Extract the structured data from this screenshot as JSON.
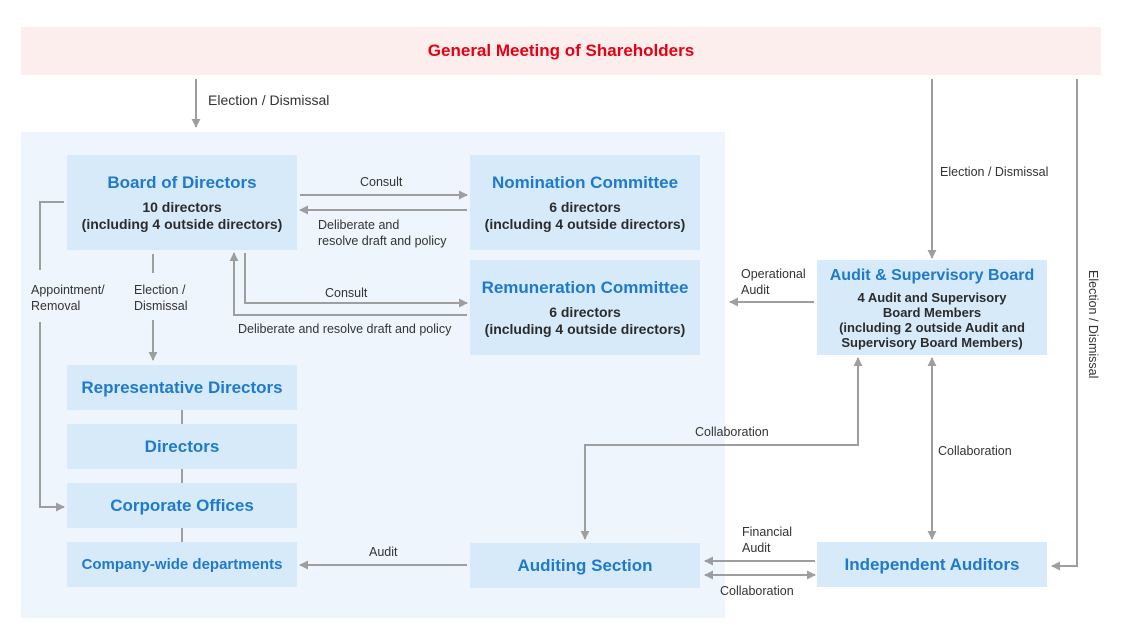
{
  "header": {
    "title": "General Meeting of Shareholders"
  },
  "boxes": {
    "board": {
      "title": "Board of Directors",
      "line1": "10 directors",
      "line2": "(including 4 outside directors)"
    },
    "nomination": {
      "title": "Nomination Committee",
      "line1": "6 directors",
      "line2": "(including 4 outside directors)"
    },
    "remuneration": {
      "title": "Remuneration Committee",
      "line1": "6 directors",
      "line2": "(including 4 outside directors)"
    },
    "audit_board": {
      "title": "Audit & Supervisory Board",
      "line1": "4 Audit and Supervisory",
      "line2": "Board Members",
      "line3": "(including 2 outside Audit and",
      "line4": "Supervisory Board Members)"
    },
    "rep_directors": {
      "title": "Representative Directors"
    },
    "directors": {
      "title": "Directors"
    },
    "corporate_offices": {
      "title": "Corporate Offices"
    },
    "departments": {
      "title": "Company-wide departments"
    },
    "auditing_section": {
      "title": "Auditing Section"
    },
    "independent_auditors": {
      "title": "Independent Auditors"
    }
  },
  "labels": {
    "election_left": "Election / Dismissal",
    "election_mid": "Election / Dismissal",
    "election_right": "Election / Dismissal",
    "consult_1": "Consult",
    "deliberate_1_a": "Deliberate and",
    "deliberate_1_b": "resolve draft and policy",
    "consult_2": "Consult",
    "deliberate_2": "Deliberate and resolve draft and policy",
    "appointment_a": "Appointment/",
    "appointment_b": "Removal",
    "board_election_a": "Election /",
    "board_election_b": "Dismissal",
    "operational_a": "Operational",
    "operational_b": "Audit",
    "collab_top": "Collaboration",
    "collab_right": "Collaboration",
    "financial_a": "Financial",
    "financial_b": "Audit",
    "collab_bottom": "Collaboration",
    "audit": "Audit"
  },
  "colors": {
    "accent_red": "#e60012",
    "box_title": "#1f7acb",
    "box_bg": "#d6eafa",
    "panel_bg": "#eef5fc",
    "banner_bg": "#fdeeee",
    "arrow": "#9e9e9e"
  }
}
